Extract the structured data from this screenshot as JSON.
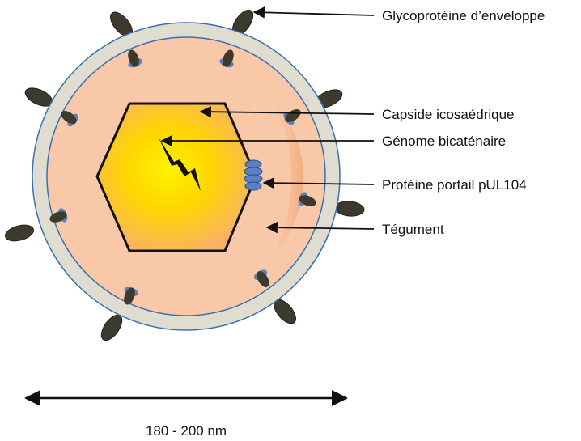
{
  "labels": {
    "glycoprotein": "Glycoprotéine d’enveloppe",
    "capsid": "Capside icosaédrique",
    "genome": "Génome bicaténaire",
    "portal": "Protéine portail pUL104",
    "tegument": "Tégument",
    "size": "180 - 200 nm"
  },
  "colors": {
    "envelope": "#dfddd0",
    "tegument": "#f9c8a8",
    "capsid_core": "#fff200",
    "capsid_edge": "#f7b733",
    "spike": "#3c3a2c",
    "portal": "#5b7fc0"
  }
}
